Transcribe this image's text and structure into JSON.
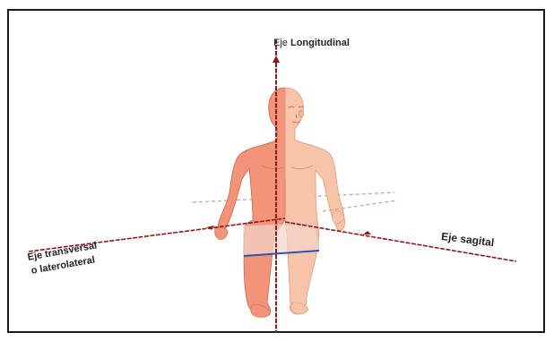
{
  "labels": {
    "longitudinal_prefix": "Eje",
    "longitudinal_word": "Longitudinal",
    "sagittal": "Eje sagital",
    "transverse_line1": "Eje transversal",
    "transverse_line2": "o laterolateral"
  },
  "colors": {
    "axis": "#8e1a1a",
    "skin_left": "#f2937a",
    "skin_right": "#f8c4a8",
    "plane_blue": "#2a56b0",
    "text": "#222222"
  }
}
